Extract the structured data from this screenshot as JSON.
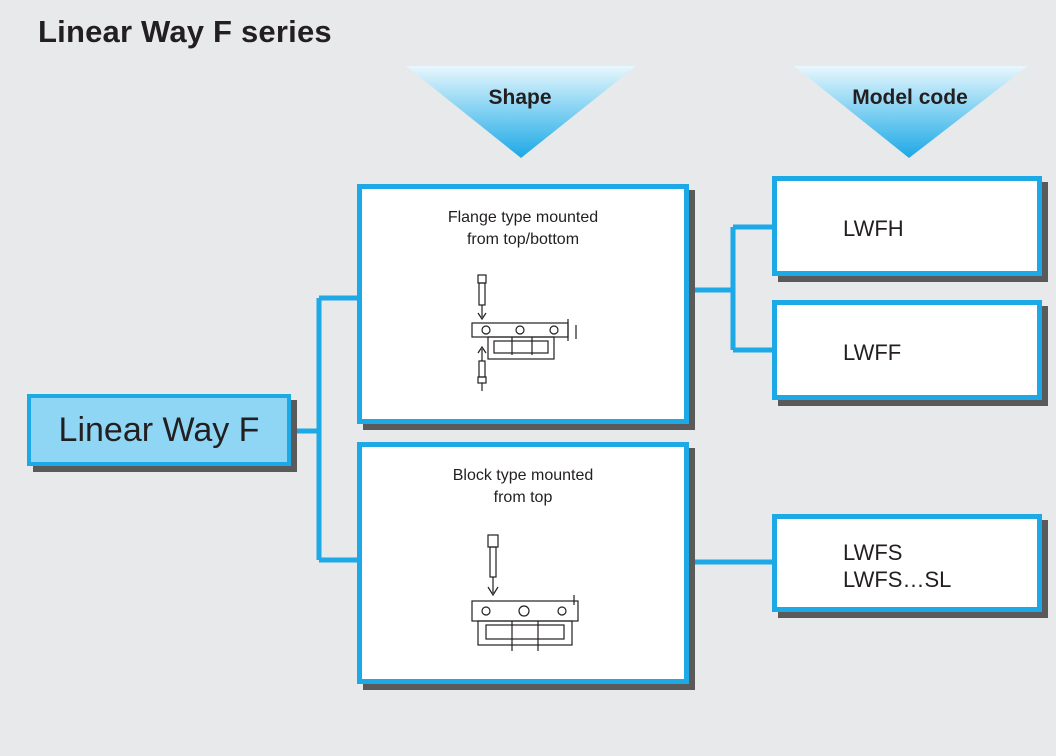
{
  "title": "Linear Way F series",
  "headers": {
    "shape": "Shape",
    "model_code": "Model code"
  },
  "root": {
    "label": "Linear Way F"
  },
  "shapes": [
    {
      "caption_line1": "Flange type mounted",
      "caption_line2": "from top/bottom"
    },
    {
      "caption_line1": "Block type mounted",
      "caption_line2": "from top"
    }
  ],
  "models": [
    {
      "lines": [
        "LWFH"
      ]
    },
    {
      "lines": [
        "LWFF"
      ]
    },
    {
      "lines": [
        "LWFS",
        "LWFS…SL"
      ]
    }
  ],
  "colors": {
    "accent": "#1da8e6",
    "root_fill": "#8fd5f4",
    "background": "#e8e9ea",
    "shadow": "#5a5a5a"
  }
}
